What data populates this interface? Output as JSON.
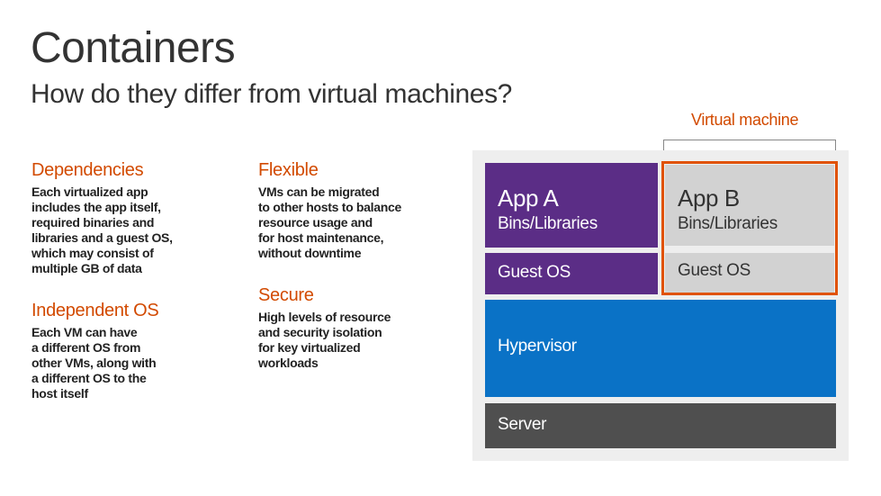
{
  "header": {
    "title": "Containers",
    "subtitle": "How do they differ from virtual machines?"
  },
  "sections": {
    "dependencies": {
      "heading": "Dependencies",
      "body": "Each virtualized app\nincludes the app itself,\nrequired binaries and\nlibraries and a guest OS,\nwhich may consist of\nmultiple GB of data"
    },
    "independent_os": {
      "heading": "Independent OS",
      "body": "Each VM can have\na different OS from\nother VMs, along with\na different OS to the\nhost itself"
    },
    "flexible": {
      "heading": "Flexible",
      "body": "VMs can be migrated\nto other hosts to balance\nresource usage and\nfor host maintenance,\nwithout downtime"
    },
    "secure": {
      "heading": "Secure",
      "body": "High levels of resource\nand security isolation\nfor key virtualized\nworkloads"
    }
  },
  "diagram": {
    "vm_label": "Virtual machine",
    "app_a": {
      "name": "App A",
      "libs": "Bins/Libraries",
      "guest_os": "Guest OS"
    },
    "app_b": {
      "name": "App B",
      "libs": "Bins/Libraries",
      "guest_os": "Guest OS"
    },
    "hypervisor": "Hypervisor",
    "server": "Server"
  },
  "colors": {
    "accent_orange": "#d24a00",
    "purple": "#5b2d86",
    "light_gray": "#d2d2d2",
    "blue": "#0a72c6",
    "dark_gray": "#4f4f4f"
  }
}
